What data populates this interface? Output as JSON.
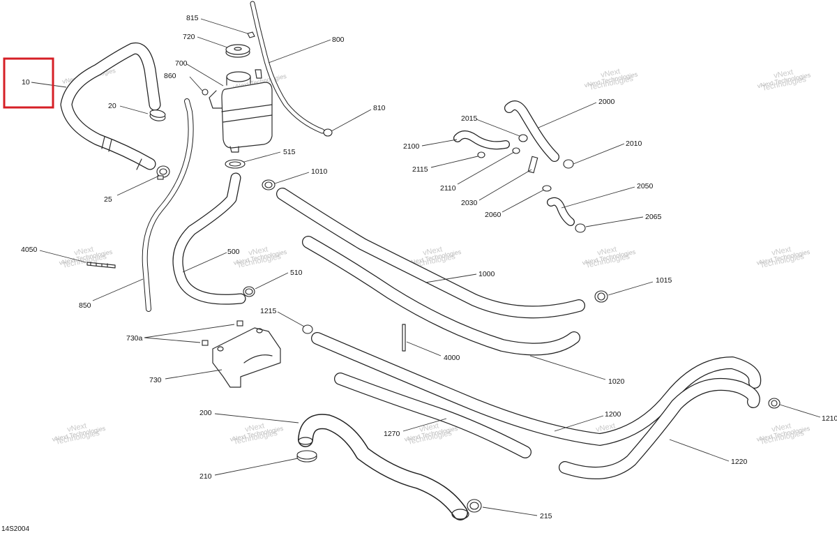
{
  "diagram_id": "14S2004",
  "watermark": {
    "line1": "vNext Technologies",
    "line2": "vNext",
    "line3": "Technologies"
  },
  "callouts": {
    "p10": "10",
    "p20": "20",
    "p25": "25",
    "p815": "815",
    "p720": "720",
    "p700": "700",
    "p860": "860",
    "p800": "800",
    "p810": "810",
    "p515": "515",
    "p1010": "1010",
    "p500": "500",
    "p510": "510",
    "p850": "850",
    "p4050": "4050",
    "p2015": "2015",
    "p2000": "2000",
    "p2100": "2100",
    "p2010": "2010",
    "p2115": "2115",
    "p2110": "2110",
    "p2030": "2030",
    "p2050": "2050",
    "p2060": "2060",
    "p2065": "2065",
    "p1000": "1000",
    "p1015": "1015",
    "p1215": "1215",
    "p4000": "4000",
    "p1020": "1020",
    "p730a": "730a",
    "p730": "730",
    "p200": "200",
    "p210": "210",
    "p215": "215",
    "p1200": "1200",
    "p1270": "1270",
    "p1220": "1220",
    "p1210": "1210"
  },
  "highlight_label": "10",
  "colors": {
    "highlight": "#d61f26",
    "line": "#1f1f1f",
    "watermark": "#b9b9b9"
  }
}
